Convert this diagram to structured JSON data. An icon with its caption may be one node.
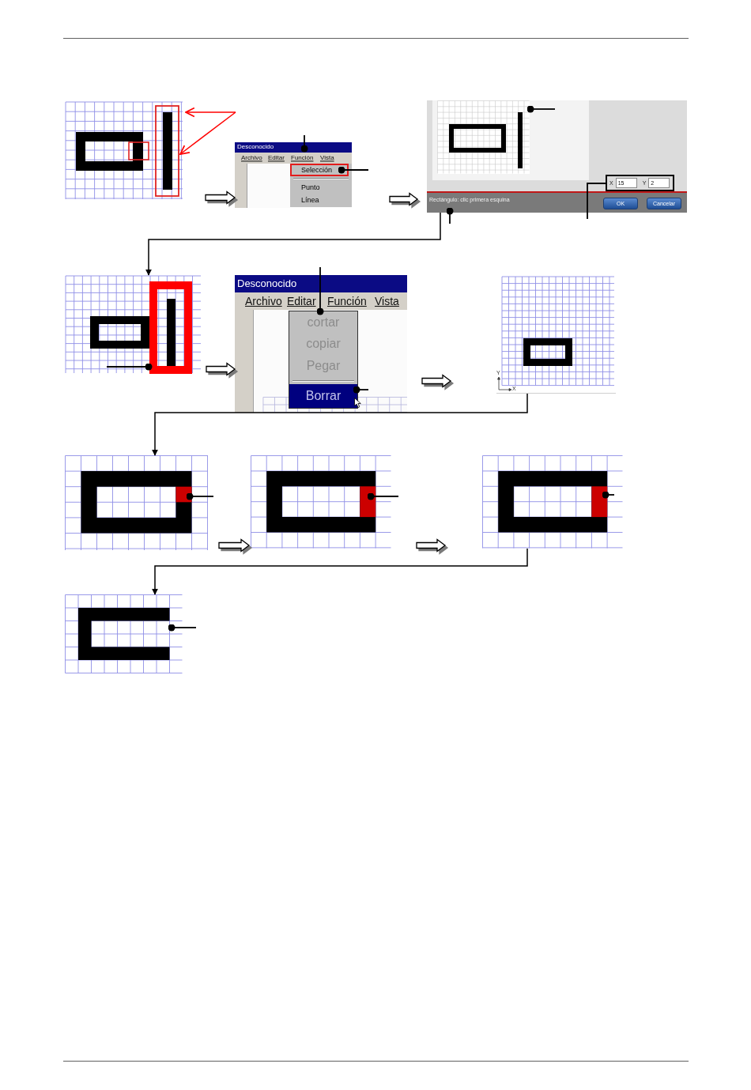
{
  "diagram": {
    "nodes": [
      {
        "text": [],
        "shape": "picture"
      },
      {
        "text": [
          "Desconocido",
          "Archivo",
          "Editar",
          "Función",
          "Vista",
          "Selección",
          "Punto",
          "Línea"
        ]
      },
      {
        "text": [
          "Rectángulo: clic primera esquina",
          "X",
          "15",
          "Y",
          "2",
          "OK",
          "Cancelar"
        ]
      },
      {
        "text": [],
        "shape": "picture"
      },
      {
        "text": [
          "Desconocido",
          "Archivo",
          "Editar",
          "Función",
          "Vista",
          "cortar",
          "copiar",
          "Pegar",
          "Borrar"
        ]
      },
      {
        "text": [
          "Y",
          "X"
        ]
      },
      {
        "text": [],
        "shape": "picture"
      },
      {
        "text": [],
        "shape": "picture"
      },
      {
        "text": [],
        "shape": "picture"
      },
      {
        "text": [],
        "shape": "picture"
      }
    ],
    "edges": [
      {
        "from": null,
        "to": 0,
        "arrow": "to",
        "color": "#ff0000"
      },
      {
        "from": null,
        "to": 0,
        "arrow": "to",
        "color": "#ff0000"
      },
      {
        "from": 0,
        "to": 1,
        "arrow": "to",
        "style": "thick"
      },
      {
        "from": null,
        "to": 1,
        "arrow": "other"
      },
      {
        "from": null,
        "to": 1,
        "arrow": "other"
      },
      {
        "from": 1,
        "to": 2,
        "arrow": "to",
        "style": "thick"
      },
      {
        "from": null,
        "to": 2,
        "arrow": "other"
      },
      {
        "from": null,
        "to": 2,
        "arrow": "none"
      },
      {
        "from": null,
        "to": 2,
        "arrow": "other"
      },
      {
        "from": 2,
        "to": 3,
        "arrow": "to"
      },
      {
        "from": null,
        "to": 3,
        "arrow": "other"
      },
      {
        "from": null,
        "to": 4,
        "arrow": "other"
      },
      {
        "from": null,
        "to": 4,
        "arrow": "other"
      },
      {
        "from": 3,
        "to": 4,
        "arrow": "to",
        "style": "thick"
      },
      {
        "from": 4,
        "to": 5,
        "arrow": "to",
        "style": "thick"
      },
      {
        "from": 5,
        "to": 6,
        "arrow": "to"
      },
      {
        "from": null,
        "to": 6,
        "arrow": "other"
      },
      {
        "from": 6,
        "to": 7,
        "arrow": "to",
        "style": "thick"
      },
      {
        "from": null,
        "to": 7,
        "arrow": "other"
      },
      {
        "from": 7,
        "to": 8,
        "arrow": "to",
        "style": "thick"
      },
      {
        "from": null,
        "to": 8,
        "arrow": "other"
      },
      {
        "from": 8,
        "to": 9,
        "arrow": "to"
      },
      {
        "from": null,
        "to": 9,
        "arrow": "other"
      }
    ]
  }
}
